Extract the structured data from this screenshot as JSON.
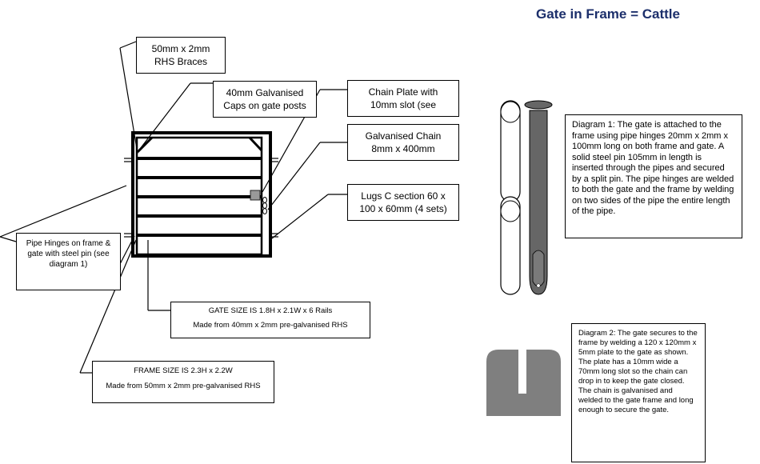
{
  "title": "Gate in Frame = Cattle",
  "callouts": {
    "braces": [
      "50mm x 2mm",
      "RHS Braces"
    ],
    "caps": [
      "40mm Galvanised",
      "Caps on gate posts"
    ],
    "chain_plate": [
      "Chain Plate with",
      "10mm slot (see"
    ],
    "chain": [
      "Galvanised Chain",
      "8mm x 400mm"
    ],
    "lugs": [
      "Lugs C section 60 x",
      "100 x 60mm (4 sets)"
    ],
    "hinges": [
      "Pipe Hinges on frame &",
      "gate with steel pin (see",
      "diagram 1)"
    ]
  },
  "gate_size": {
    "heading": "GATE SIZE IS 1.8H x 2.1W x 6 Rails",
    "material": "Made from 40mm x 2mm pre-galvanised RHS"
  },
  "frame_size": {
    "heading": "FRAME SIZE IS 2.3H x 2.2W",
    "material": "Made from 50mm x 2mm pre-galvanised RHS"
  },
  "diagram1": "Diagram 1: The gate is attached to the frame using pipe hinges 20mm x 2mm x 100mm long on both frame and gate. A solid steel pin 105mm in length is inserted through the pipes and secured by a split pin. The pipe hinges are welded to both the gate and the frame by welding on two sides of the pipe the entire length of the pipe.",
  "diagram2": "Diagram 2: The gate secures to the frame by welding a 120 x 120mm x 5mm plate to the gate as shown. The plate has a 10mm wide a 70mm long slot so the chain can drop in to keep the gate closed. The chain is galvanised and welded to the gate frame and long enough to secure the gate.",
  "colors": {
    "title": "#1c2f6b",
    "pin": "#666666",
    "plate": "#7f7f7f",
    "chain_plate": "#999999"
  }
}
